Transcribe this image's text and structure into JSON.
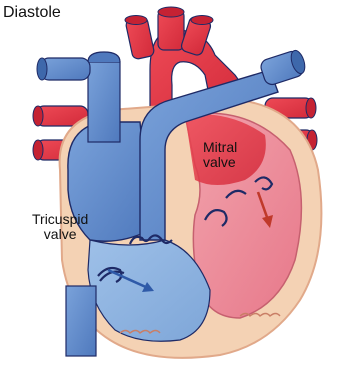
{
  "figure": {
    "title": "Diastole"
  },
  "labels": {
    "mitral_line1": "Mitral",
    "mitral_line2": "valve",
    "tricuspid_line1": "Tricuspid",
    "tricuspid_line2": "valve"
  },
  "colors": {
    "right_side_blue": "#5b86c6",
    "left_side_red": "#e0303e",
    "outline_navy": "#1e2a66",
    "myocardium": "#f4d2b4",
    "arrow_blue": "#2f5aa8",
    "arrow_red": "#c0392b"
  }
}
